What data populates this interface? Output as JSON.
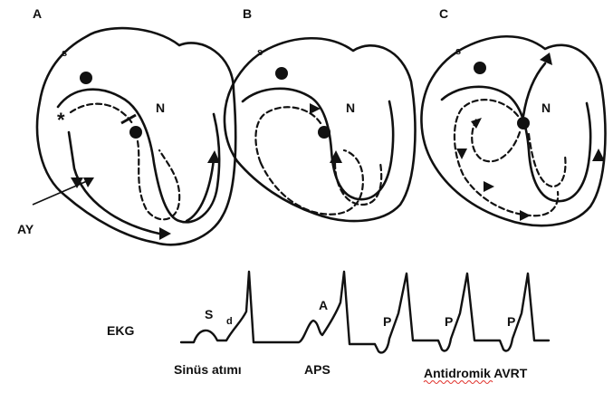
{
  "panels": {
    "a": {
      "letter": "A",
      "sinus_label": "s",
      "node_label": "N",
      "pathway_label": "AY"
    },
    "b": {
      "letter": "B",
      "sinus_label": "s",
      "node_label": "N"
    },
    "c": {
      "letter": "C",
      "sinus_label": "s",
      "node_label": "N"
    }
  },
  "ecg": {
    "row_label": "EKG",
    "wave_labels": {
      "s": "S",
      "d": "d",
      "a": "A",
      "p1": "P",
      "p2": "P",
      "p3": "P"
    },
    "captions": {
      "sinus": "Sinüs atımı",
      "aps": "APS",
      "avrt": "Antidromik AVRT"
    }
  }
}
